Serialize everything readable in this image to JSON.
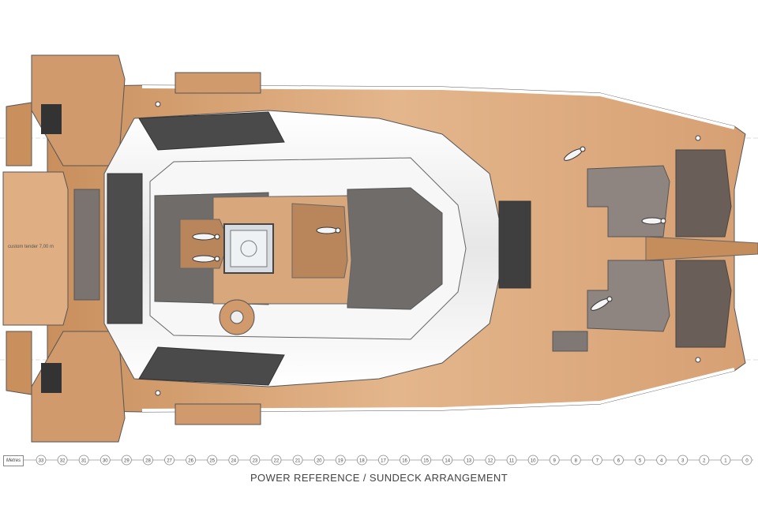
{
  "caption": "POWER REFERENCE / SUNDECK ARRANGEMENT",
  "tender_label": "custom tender 7,00 m",
  "scale": {
    "title": "Metres",
    "ticks": [
      "33",
      "32",
      "31",
      "30",
      "29",
      "28",
      "27",
      "26",
      "25",
      "24",
      "23",
      "22",
      "21",
      "20",
      "19",
      "18",
      "17",
      "16",
      "15",
      "14",
      "13",
      "12",
      "11",
      "10",
      "9",
      "8",
      "7",
      "6",
      "5",
      "4",
      "3",
      "2",
      "1",
      "0"
    ]
  },
  "colors": {
    "deck_wood": "#d9a77c",
    "deck_wood_light": "#e8c3a0",
    "cushion_dark": "#6d6a68",
    "cushion_mid": "#8e8884",
    "superstructure": "#f1f1f1",
    "glass_dark": "#4a4a4a",
    "outline": "#555555"
  }
}
